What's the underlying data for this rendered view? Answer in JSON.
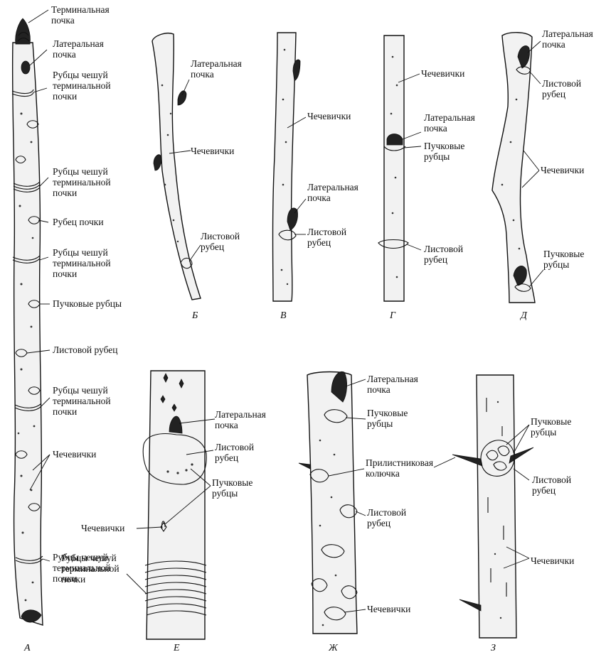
{
  "figures": {
    "A": {
      "caption": "А",
      "labels": [
        [
          "Терминальная",
          "почка"
        ],
        [
          "Латеральная",
          "почка"
        ],
        [
          "Рубцы чешуй",
          "терминальной",
          "почки"
        ],
        [
          "Рубцы чешуй",
          "терминальной",
          "почки"
        ],
        [
          "Рубец почки"
        ],
        [
          "Рубцы чешуй",
          "терминальной",
          "почки"
        ],
        [
          "Пучковые рубцы"
        ],
        [
          "Листовой рубец"
        ],
        [
          "Рубцы чешуй",
          "терминальной",
          "почки"
        ],
        [
          "Чечевички"
        ],
        [
          "Рубцы чешуй",
          "терминальной",
          "почки"
        ]
      ]
    },
    "B": {
      "caption": "Б",
      "labels": [
        [
          "Латеральная",
          "почка"
        ],
        [
          "Чечевички"
        ],
        [
          "Листовой",
          "рубец"
        ]
      ]
    },
    "V": {
      "caption": "В",
      "labels": [
        [
          "Чечевички"
        ],
        [
          "Латеральная",
          "почка"
        ],
        [
          "Листовой",
          "рубец"
        ]
      ]
    },
    "G": {
      "caption": "Г",
      "labels": [
        [
          "Чечевички"
        ],
        [
          "Латеральная",
          "почка"
        ],
        [
          "Пучковые",
          "рубцы"
        ],
        [
          "Листовой",
          "рубец"
        ]
      ]
    },
    "D": {
      "caption": "Д",
      "labels": [
        [
          "Латеральная",
          "почка"
        ],
        [
          "Листовой",
          "рубец"
        ],
        [
          "Чечевички"
        ],
        [
          "Пучковые",
          "рубцы"
        ]
      ]
    },
    "E": {
      "caption": "Е",
      "labels": [
        [
          "Латеральная",
          "почка"
        ],
        [
          "Листовой",
          "рубец"
        ],
        [
          "Пучковые",
          "рубцы"
        ],
        [
          "Чечевички"
        ],
        [
          "Рубцы чешуй",
          "терминальной",
          "почки"
        ]
      ]
    },
    "ZH": {
      "caption": "Ж",
      "labels": [
        [
          "Латеральная",
          "почка"
        ],
        [
          "Пучковые",
          "рубцы"
        ],
        [
          "Прилистниковая",
          "колючка"
        ],
        [
          "Листовой",
          "рубец"
        ],
        [
          "Чечевички"
        ]
      ]
    },
    "Z": {
      "caption": "З",
      "labels": [
        [
          "Пучковые",
          "рубцы"
        ],
        [
          "Листовой",
          "рубец"
        ],
        [
          "Чечевички"
        ]
      ]
    }
  }
}
